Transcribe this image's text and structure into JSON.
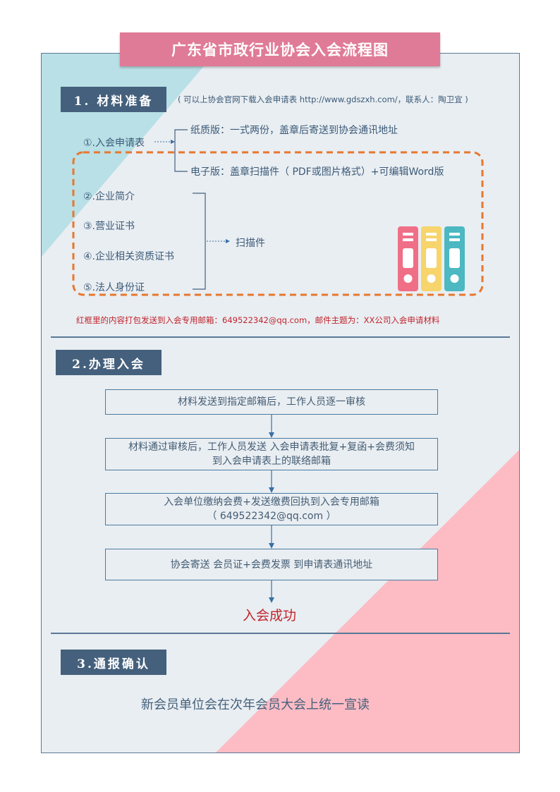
{
  "title": "广东省市政行业协会入会流程图",
  "section1": {
    "heading": "1. 材料准备",
    "note": "( 可以上协会官网下载入会申请表 http://www.gdszxh.com/，联系人：陶卫宜 )",
    "item1": "①.入会申请表",
    "paper_version": "纸质版：一式两份，盖章后寄送到协会通讯地址",
    "electronic_version": "电子版：盖章扫描件（ PDF或图片格式）+可编辑Word版",
    "items": [
      "②.企业简介",
      "③.营业证书",
      "④.企业相关资质证书",
      "⑤.法人身份证"
    ],
    "scan_label": "扫描件",
    "email_note": "红框里的内容打包发送到入会专用邮箱：649522342@qq.com，邮件主题为：XX公司入会申请材料",
    "binder_icon": "binders-icon",
    "binder_colors": [
      "#ef6f86",
      "#f7d46c",
      "#4cb8c2"
    ]
  },
  "section2": {
    "heading": "2.办理入会",
    "steps": [
      [
        "材料发送到指定邮箱后，工作人员逐一审核"
      ],
      [
        "材料通过审核后，工作人员发送 入会申请表批复+复函+会费须知",
        "到入会申请表上的联络邮箱"
      ],
      [
        "入会单位缴纳会费+发送缴费回执到入会专用邮箱",
        "（ 649522342@qq.com ）"
      ],
      [
        "协会寄送 会员证+会费发票 到申请表通讯地址"
      ]
    ],
    "success": "入会成功"
  },
  "section3": {
    "heading": "3.通报确认",
    "text": "新会员单位会在次年会员大会上统一宣读"
  },
  "colors": {
    "navy": "#44607c",
    "pink": "#e07b97",
    "teal_bg": "#b8e0e6",
    "pink_bg": "#fdbcc4",
    "dash_orange": "#e8772e",
    "success_red": "#c0242c",
    "note_red": "#c0242c"
  }
}
